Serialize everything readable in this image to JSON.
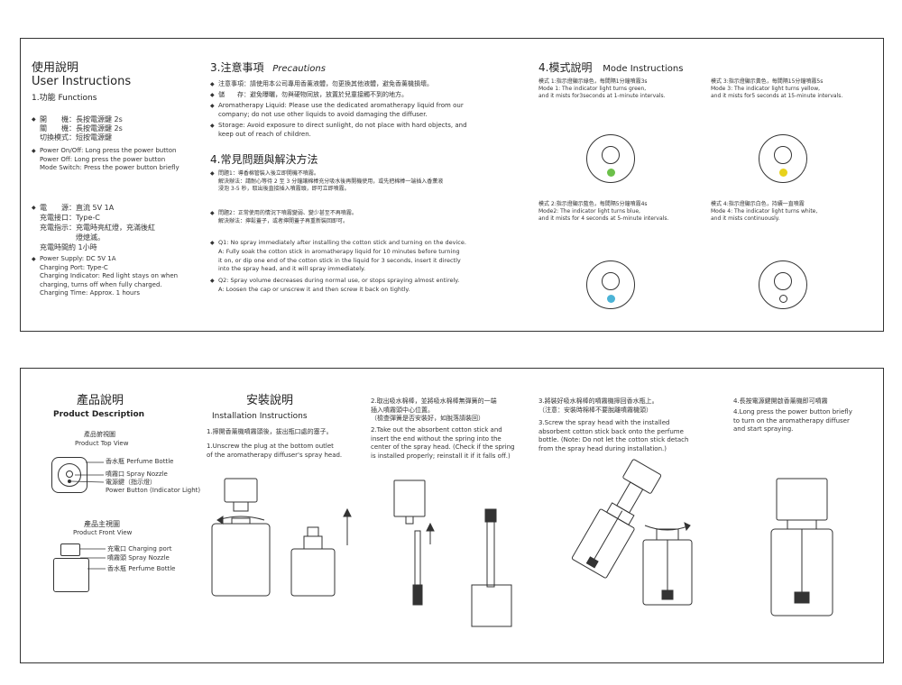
{
  "panel1": {
    "user": {
      "title_zh": "使用說明",
      "title_en": "User Instructions",
      "section": "1.功能 Functions",
      "zh_func": "開　　機：長按電源鍵 2s\n關　　機：長按電源鍵 2s\n切換模式：短按電源鍵",
      "en_func": "Power On/Off: Long press the power button\nPower Off: Long press the power button\nMode Switch: Press the power button briefly",
      "zh_spec": "電　　源：直流 5V 1A\n充電接口：Type-C\n充電指示：充電時亮紅燈，充滿後紅\n　　　　　燈熄滅。\n充電時間約 1小時",
      "en_spec": "Power Supply: DC 5V 1A\nCharging Port: Type-C\nCharging Indicator: Red light stays on when\ncharging, turns off when fully charged.\nCharging Time: Approx. 1 hours"
    },
    "precautions": {
      "title_zh": "3.注意事項",
      "title_en": "Precautions",
      "zh_1": "注意事項：請使用本公司專用香薰液體，勿更換其他液體，避免香薰機損壞。",
      "zh_2": "儲　　存：避免曝曬，勿與硬物同放，放置於兒童接觸不到的地方。",
      "en_1": "Aromatherapy Liquid: Please use the dedicated aromatherapy liquid from our\ncompany; do not use other liquids to avoid damaging the diffuser.",
      "en_2": "Storage: Avoid exposure to direct sunlight, do not place with hard objects, and\nkeep out of reach of children."
    },
    "faq": {
      "title": "4.常見問題與解決方法",
      "zh_q1": "問題1：導香棉管裝入後立即開機不噴霧。\n解決辦法：請耐心等待 2 至 3 分鐘讓棉棒充分吸水後再開機使用，或先把棉棒一端插入香薰液\n浸泡 3-5 秒，取出後直接插入噴霧頭，即可立即噴霧。",
      "zh_q2": "問題2：正常使用的情況下噴霧變弱、變少甚至不再噴霧。\n解決辦法：擰鬆蓋子，或者擰開蓋子再重新裝回即可。",
      "en_q1": "Q1: No spray immediately after installing the cotton stick and turning on the device.\nA: Fully soak the cotton stick in aromatherapy liquid for 10 minutes before turning\nit on, or dip one end of the cotton stick in the liquid for 3 seconds, insert it directly\ninto the spray head, and it will spray immediately.",
      "en_q2": "Q2: Spray volume decreases during normal use, or stops spraying almost entirely.\nA: Loosen the cap or unscrew it and then screw it back on tightly."
    },
    "mode": {
      "title_zh": "4.模式說明",
      "title_en": "Mode Instructions",
      "m1": "模式 1:指示燈顯示綠色，每間隔1分鐘噴霧3s\nMode 1: The indicator light turns green,\nand it mists for3seconds at 1-minute intervals.",
      "m2": "模式 2:指示燈顯示藍色，每間隔5分鐘噴霧4s\nMode2: The indicator light turns blue,\nand it mists for 4 seconds at 5-minute intervals.",
      "m3": "模式 3:指示燈顯示黃色，每間隔15分鐘噴霧5s\nMode 3: The indicator light turns yellow,\nand it mists for5 seconds at 15-minute intervals.",
      "m4": "模式 4:指示燈顯示白色，持續一直噴霧\nMode 4: The indicator light turns white,\nand it mists continuously.",
      "colors": {
        "green": "#6cc04a",
        "blue": "#4bb3d6",
        "yellow": "#e8d21c",
        "white": "#ffffff"
      }
    }
  },
  "panel2": {
    "product": {
      "title_zh": "產品說明",
      "title_en": "Product Description",
      "top_zh": "產品俯視圖",
      "top_en": "Product Top View",
      "top_l1": "香水瓶 Perfume Bottle",
      "top_l2": "噴霧口 Spray Nozzle",
      "top_l3": "電源鍵（指示燈）",
      "top_l4": "Power Button (Indicator Light)",
      "front_zh": "產品主視圖",
      "front_en": "Product Front View",
      "front_l1": "充電口 Charging port",
      "front_l2": "噴霧頭 Spray Nozzle",
      "front_l3": "香水瓶 Perfume Bottle"
    },
    "install": {
      "title_zh": "安裝說明",
      "title_en": "Installation Instructions",
      "s1_zh": "1.擰開香薰機噴霧頭後，拔出瓶口處的塞子。",
      "s1_en": "1.Unscrew the plug at the bottom outlet\nof the aromatherapy diffuser's spray head.",
      "s2_zh": "2.取出吸水棉棒，並將吸水棉棒無彈簧的一端\n插入噴霧頭中心位置。\n（檢查彈簧是否安裝好，如脫落請裝回）",
      "s2_en": "2.Take out the absorbent cotton stick and\ninsert the end without the spring into the\ncenter of the spray head. (Check if the spring\nis installed properly; reinstall it if it falls off.)",
      "s3_zh": "3.將裝好吸水棉棒的噴霧機擰回香水瓶上。\n（注意：安裝時棉棒不要脫離噴霧機頭）",
      "s3_en": "3.Screw the spray head with the installed\nabsorbent cotton stick back onto the perfume\nbottle. (Note: Do not let the cotton stick detach\nfrom the spray head during installation.)",
      "s4_zh": "4.長按電源鍵開啟香薰機即可噴霧",
      "s4_en": "4.Long press the power button briefly\nto turn on the aromatherapy diffuser\nand start spraying."
    }
  }
}
